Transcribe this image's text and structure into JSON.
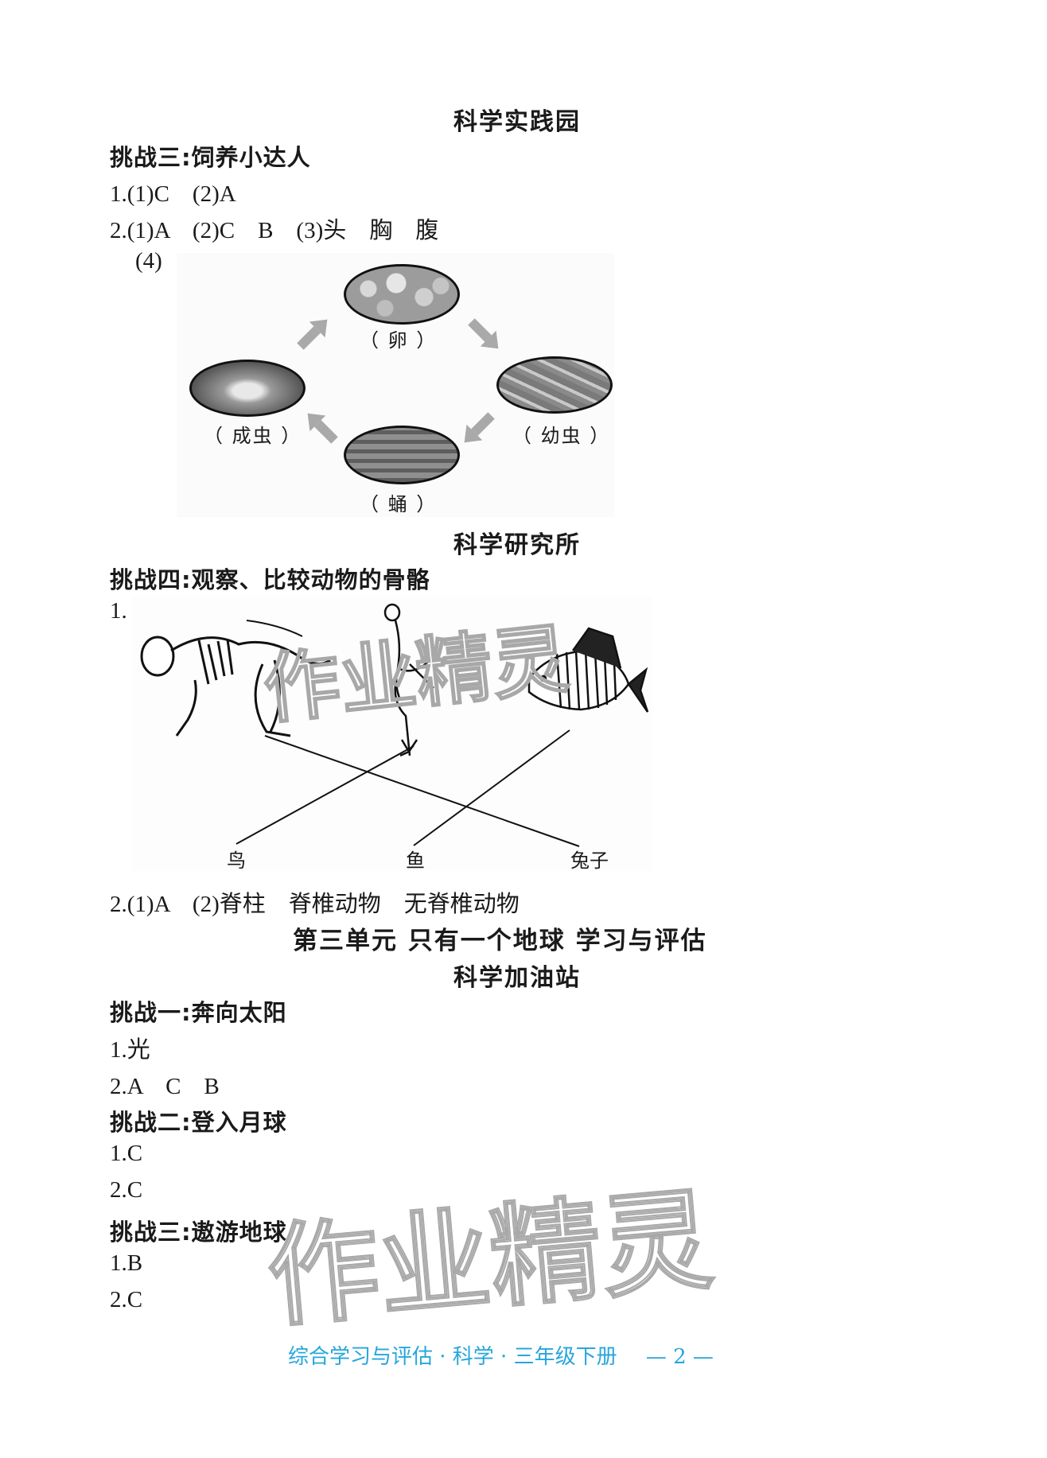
{
  "sections": {
    "practice_garden": {
      "title": "科学实践园",
      "challenge": "挑战三:饲养小达人",
      "answers": [
        "1.(1)C　(2)A",
        "2.(1)A　(2)C　B　(3)头　胸　腹",
        "(4)"
      ],
      "life_cycle": {
        "stages": [
          {
            "name": "egg",
            "label": "（ 卵 ）"
          },
          {
            "name": "larva",
            "label": "（ 幼虫 ）"
          },
          {
            "name": "pupa",
            "label": "（ 蛹 ）"
          },
          {
            "name": "adult",
            "label": "（ 成虫 ）"
          }
        ],
        "arrow_color": "#a9a9a9"
      }
    },
    "research_institute": {
      "title": "科学研究所",
      "challenge": "挑战四:观察、比较动物的骨骼",
      "answer_1": "1.",
      "matching": {
        "images": [
          "rabbit-skeleton",
          "bird-skeleton",
          "fish-skeleton"
        ],
        "labels": [
          "鸟",
          "鱼",
          "兔子"
        ],
        "connections": [
          {
            "from": "rabbit-skeleton",
            "to": "兔子"
          },
          {
            "from": "bird-skeleton",
            "to": "鸟"
          },
          {
            "from": "fish-skeleton",
            "to": "鱼"
          }
        ]
      },
      "answer_2": "2.(1)A　(2)脊柱　脊椎动物　无脊椎动物"
    },
    "unit3": {
      "title": "第三单元  只有一个地球  学习与评估",
      "subtitle": "科学加油站",
      "challenges": [
        {
          "title": "挑战一:奔向太阳",
          "answers": [
            "1.光",
            "2.A　C　B"
          ]
        },
        {
          "title": "挑战二:登入月球",
          "answers": [
            "1.C",
            "2.C"
          ]
        },
        {
          "title": "挑战三:遨游地球",
          "answers": [
            "1.B",
            "2.C"
          ]
        }
      ]
    }
  },
  "watermark": "作业精灵",
  "footer": {
    "text": "综合学习与评估 · 科学 · 三年级下册",
    "page": "— 2 —",
    "color": "#27a6dc"
  }
}
